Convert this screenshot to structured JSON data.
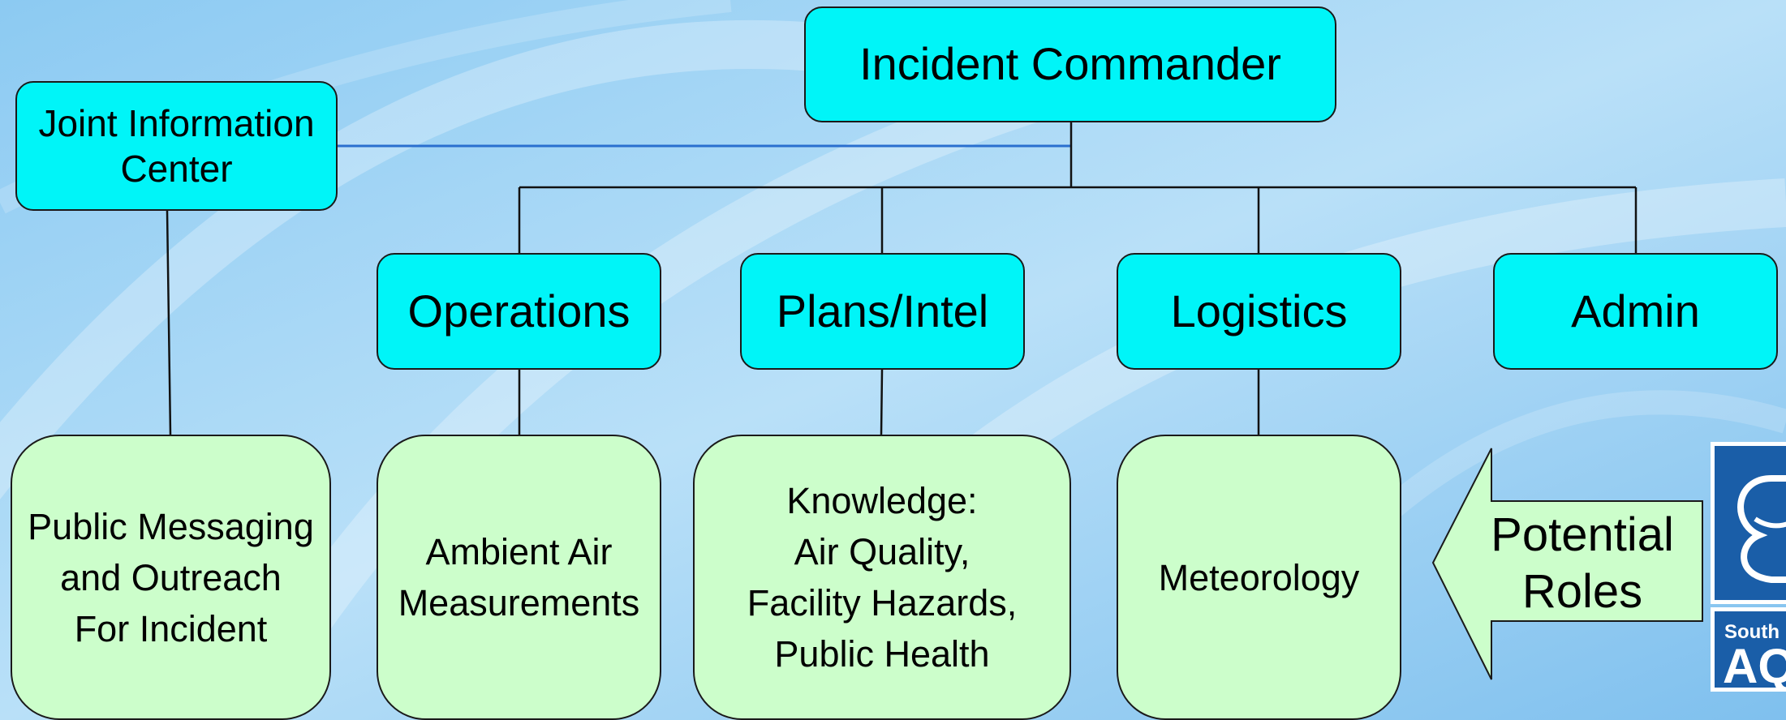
{
  "org_chart": {
    "commander": "Incident Commander",
    "jic": "Joint Information\nCenter",
    "sections": {
      "operations": "Operations",
      "plans": "Plans/Intel",
      "logistics": "Logistics",
      "admin": "Admin"
    },
    "roles": {
      "public_messaging": "Public Messaging\nand Outreach\nFor Incident",
      "ambient_air": "Ambient Air\nMeasurements",
      "knowledge": "Knowledge:\nAir Quality,\nFacility Hazards,\nPublic Health",
      "meteorology": "Meteorology"
    },
    "arrow_label": "Potential\nRoles"
  },
  "logo": {
    "sub_text_1": "South",
    "sub_text_2": "AQ"
  },
  "colors": {
    "section_fill": "#00f5f8",
    "role_fill": "#ccfecb",
    "connector_black": "#111111",
    "connector_blue": "#2a6fcf",
    "logo_blue": "#1a5ea8"
  }
}
